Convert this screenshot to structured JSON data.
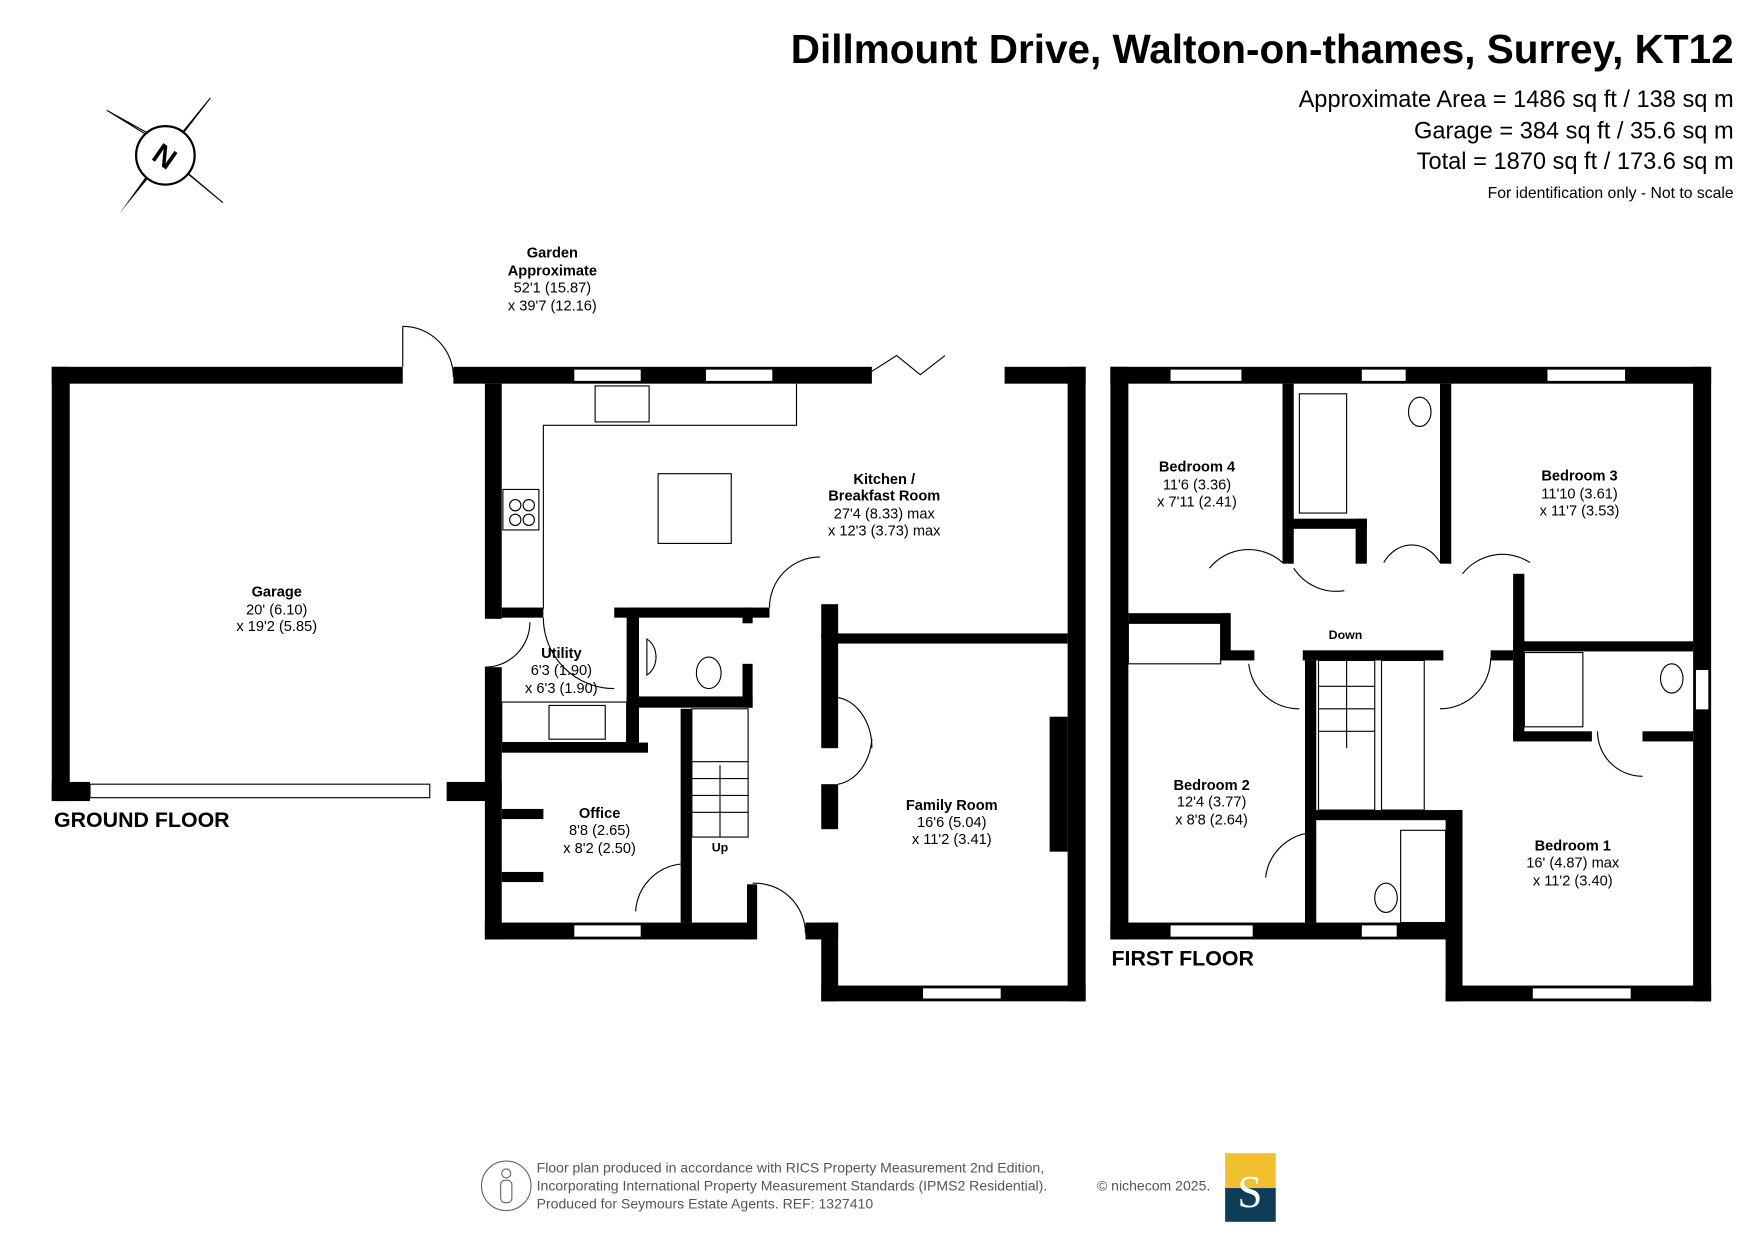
{
  "header": {
    "title": "Dillmount Drive, Walton-on-thames, Surrey, KT12",
    "area_lines": [
      "Approximate Area = 1486 sq ft / 138 sq m",
      "Garage = 384 sq ft / 35.6 sq m",
      "Total = 1870 sq ft / 173.6 sq m"
    ],
    "disclaimer": "For identification only - Not to scale"
  },
  "compass": {
    "letter": "N",
    "icon": "compass-north-icon"
  },
  "garden": {
    "name": "Garden",
    "name2": "Approximate",
    "dim1": "52'1 (15.87)",
    "dim2": "x 39'7 (12.16)"
  },
  "ground_floor": {
    "label": "GROUND FLOOR",
    "stairs_label": "Up",
    "rooms": [
      {
        "name": "Garage",
        "dim1": "20' (6.10)",
        "dim2": "x 19'2 (5.85)"
      },
      {
        "name": "Kitchen /",
        "name2": "Breakfast Room",
        "dim1": "27'4 (8.33) max",
        "dim2": "x 12'3 (3.73) max"
      },
      {
        "name": "Utility",
        "dim1": "6'3 (1.90)",
        "dim2": "x 6'3 (1.90)"
      },
      {
        "name": "Office",
        "dim1": "8'8 (2.65)",
        "dim2": "x 8'2 (2.50)"
      },
      {
        "name": "Family Room",
        "dim1": "16'6 (5.04)",
        "dim2": "x 11'2 (3.41)"
      }
    ]
  },
  "first_floor": {
    "label": "FIRST FLOOR",
    "stairs_label": "Down",
    "rooms": [
      {
        "name": "Bedroom 4",
        "dim1": "11'6 (3.36)",
        "dim2": "x 7'11 (2.41)"
      },
      {
        "name": "Bedroom 3",
        "dim1": "11'10 (3.61)",
        "dim2": "x 11'7 (3.53)"
      },
      {
        "name": "Bedroom 2",
        "dim1": "12'4 (3.77)",
        "dim2": "x 8'8 (2.64)"
      },
      {
        "name": "Bedroom 1",
        "dim1": "16' (4.87) max",
        "dim2": "x 11'2 (3.40)"
      }
    ]
  },
  "footer": {
    "lines": [
      "Floor plan produced in accordance with RICS Property Measurement 2nd Edition,",
      "Incorporating International Property Measurement Standards (IPMS2 Residential).",
      "Produced for Seymours Estate Agents.   REF: 1327410"
    ],
    "copyright": "© nichecom 2025.",
    "logo_letter": "S",
    "logo_colors": {
      "top": "#f0c030",
      "bottom": "#0e3d5a"
    }
  }
}
